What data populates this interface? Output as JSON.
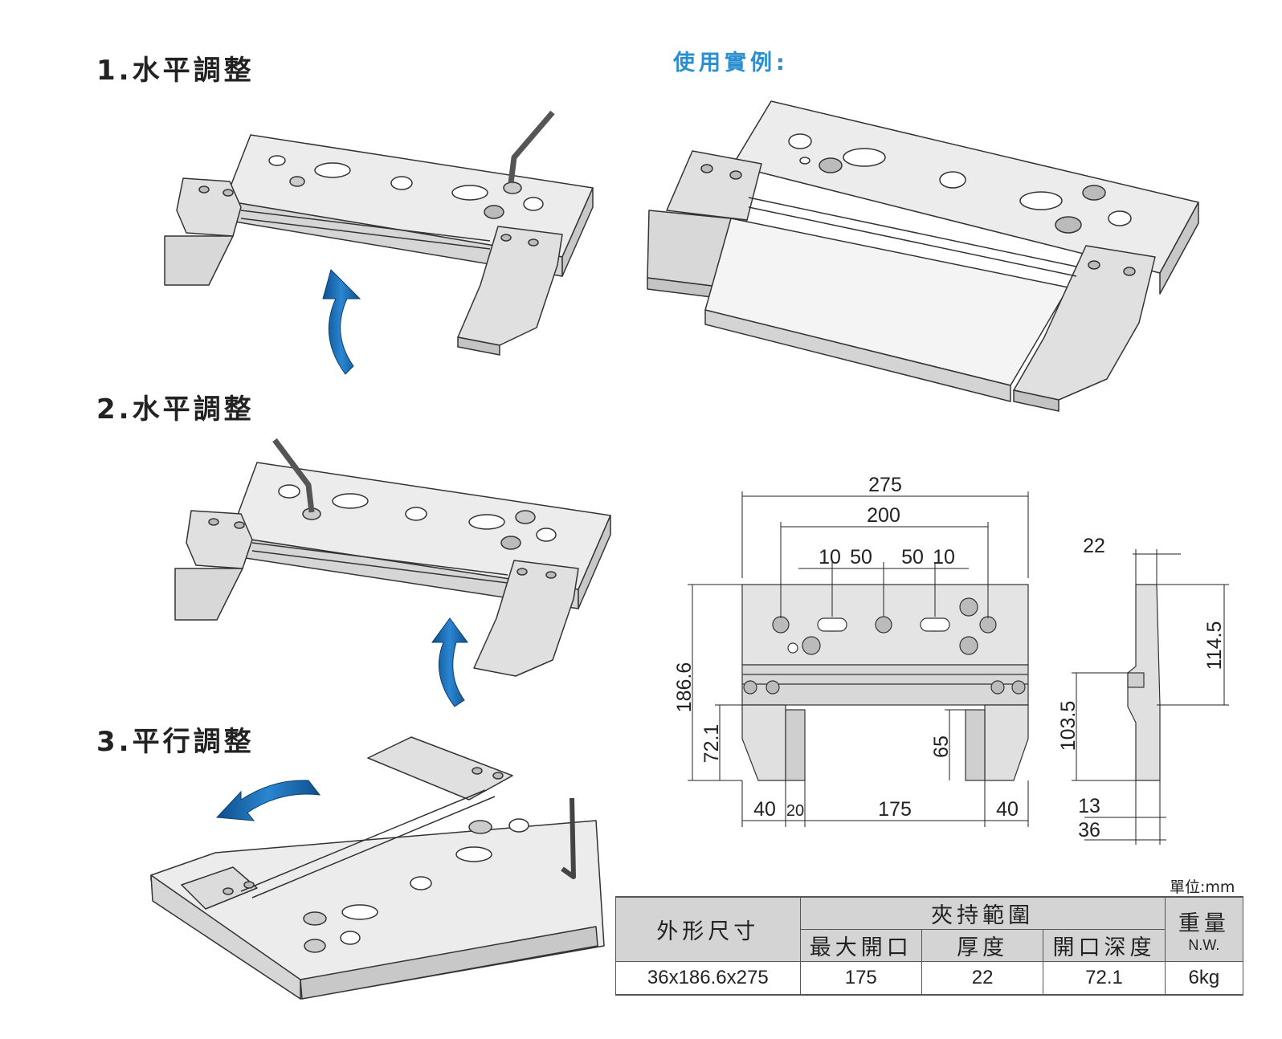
{
  "steps": [
    {
      "label": "1.水平調整"
    },
    {
      "label": "2.水平調整"
    },
    {
      "label": "3.平行調整"
    }
  ],
  "example_title": "使用實例:",
  "dimensions": {
    "d275": "275",
    "d200": "200",
    "d10a": "10",
    "d50a": "50",
    "d50b": "50",
    "d10b": "10",
    "d186": "186.6",
    "d72": "72.1",
    "d65": "65",
    "d40a": "40",
    "d20": "20",
    "d175": "175",
    "d40b": "40",
    "d22": "22",
    "d114": "114.5",
    "d103": "103.5",
    "d13": "13",
    "d36": "36"
  },
  "unit": "單位:mm",
  "table": {
    "col_outer": "外形尺寸",
    "col_clamp": "夾持範圍",
    "col_open": "最大開口",
    "col_thick": "厚度",
    "col_depth": "開口深度",
    "col_weight": "重量",
    "col_weight_sub": "N.W.",
    "row": {
      "outer": "36x186.6x275",
      "open": "175",
      "thick": "22",
      "depth": "72.1",
      "weight": "6kg"
    }
  },
  "colors": {
    "arrow_blue": "#1f6fb5",
    "title_blue": "#2a8fd0",
    "plate_gray": "#e6e6e6",
    "line_dark": "#333333"
  }
}
